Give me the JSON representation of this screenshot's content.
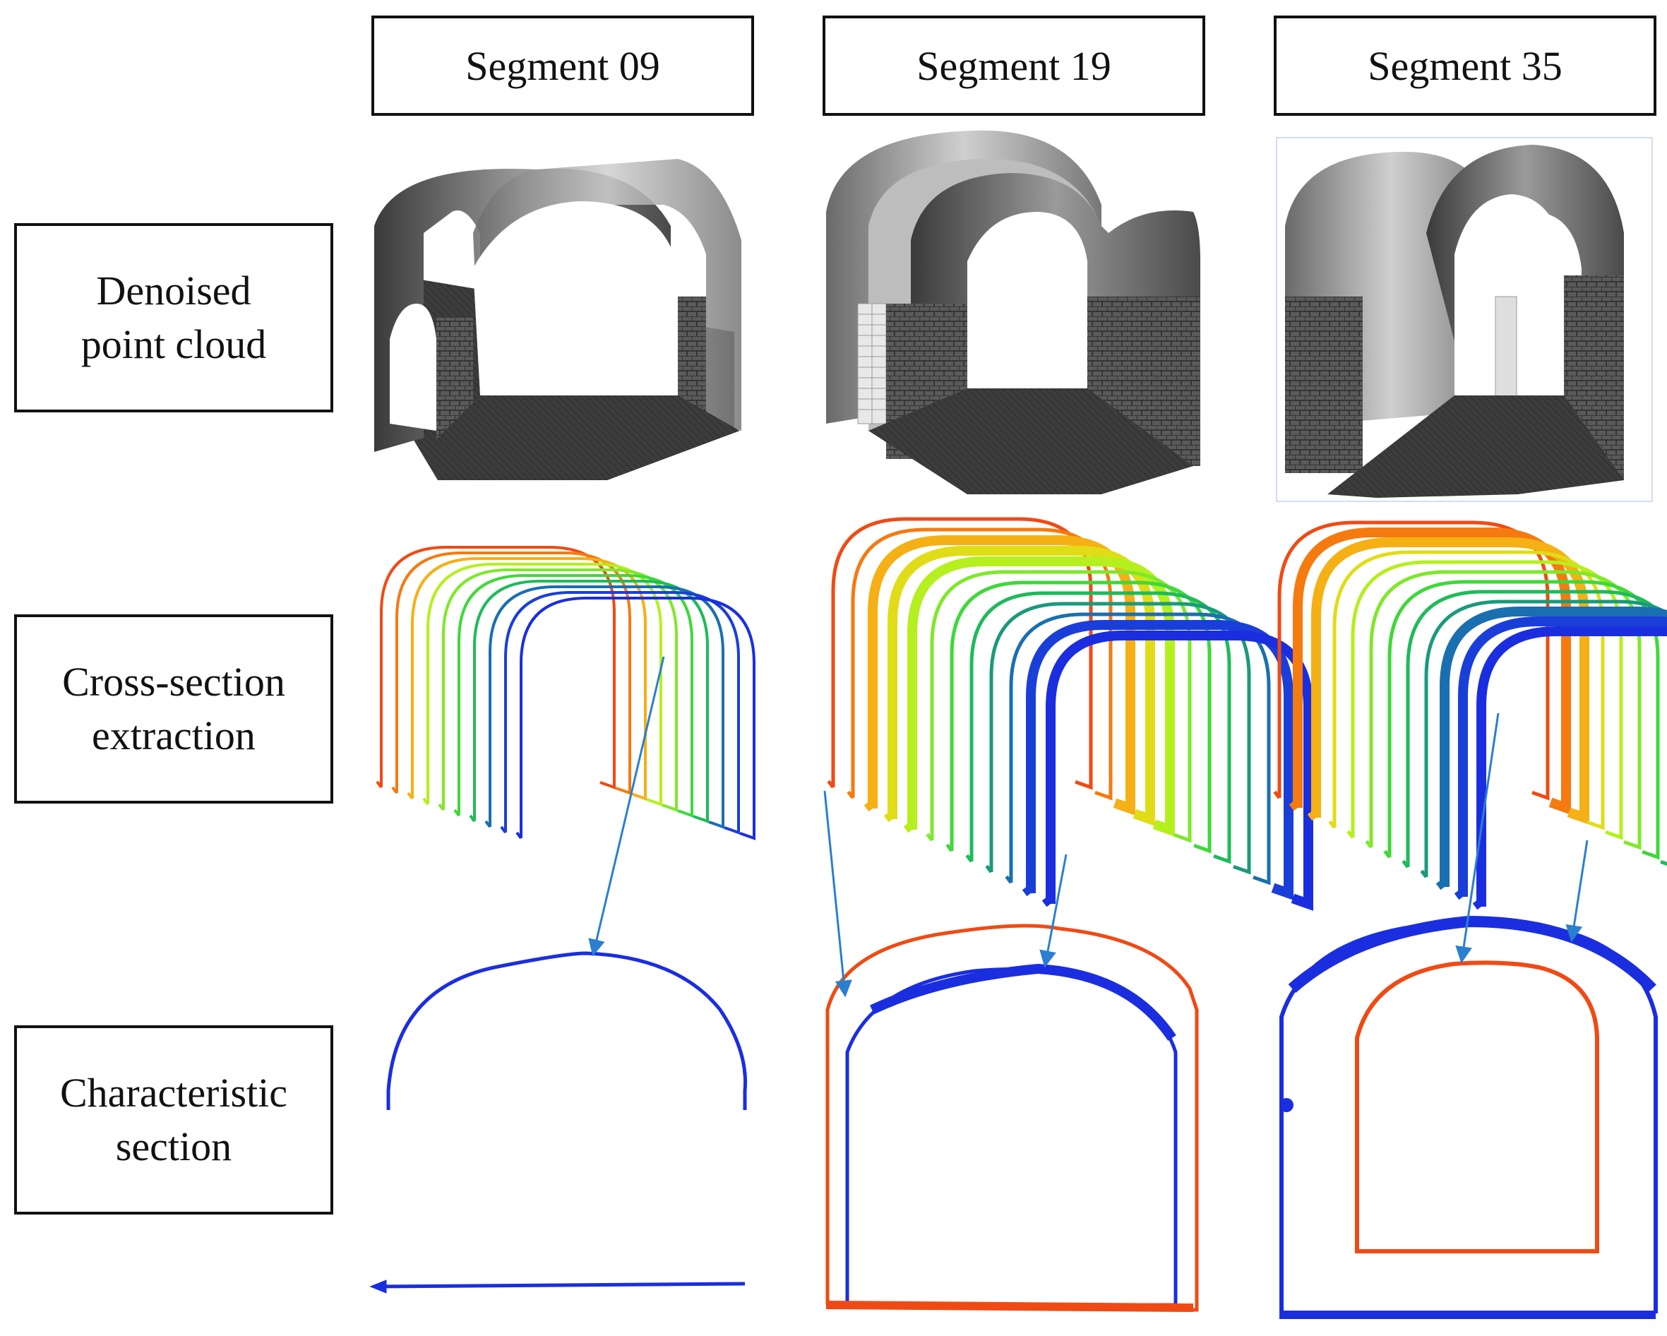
{
  "columns": [
    {
      "label": "Segment 09"
    },
    {
      "label": "Segment 19"
    },
    {
      "label": "Segment 35"
    }
  ],
  "rows": [
    {
      "label": "Denoised\npoint cloud"
    },
    {
      "label": "Cross-section\nextraction"
    },
    {
      "label": "Characteristic\nsection"
    }
  ],
  "colors": {
    "section_blue": "#1a2ee0",
    "section_red": "#f04a14",
    "arrow": "#2a7fd0",
    "border": "#111111",
    "rainbow": [
      "#f04a14",
      "#f57a10",
      "#f5b015",
      "#e0dd18",
      "#b5ef1e",
      "#7fe82a",
      "#3fd83a",
      "#1fba5a",
      "#1a9a7a",
      "#1a6fb0",
      "#1a3fd8",
      "#1a2ee0"
    ]
  }
}
